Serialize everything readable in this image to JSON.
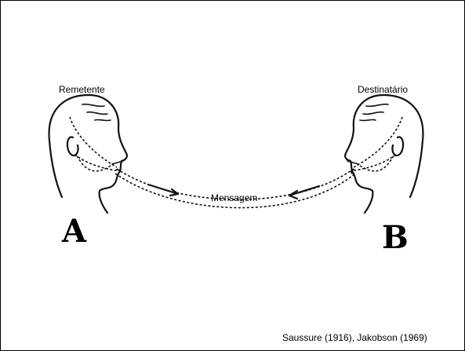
{
  "labels": {
    "sender": "Remetente",
    "receiver": "Destinatário",
    "message": "Mensagem",
    "letter_a": "A",
    "letter_b": "B"
  },
  "citation": "Saussure (1916), Jakobson (1969)"
}
